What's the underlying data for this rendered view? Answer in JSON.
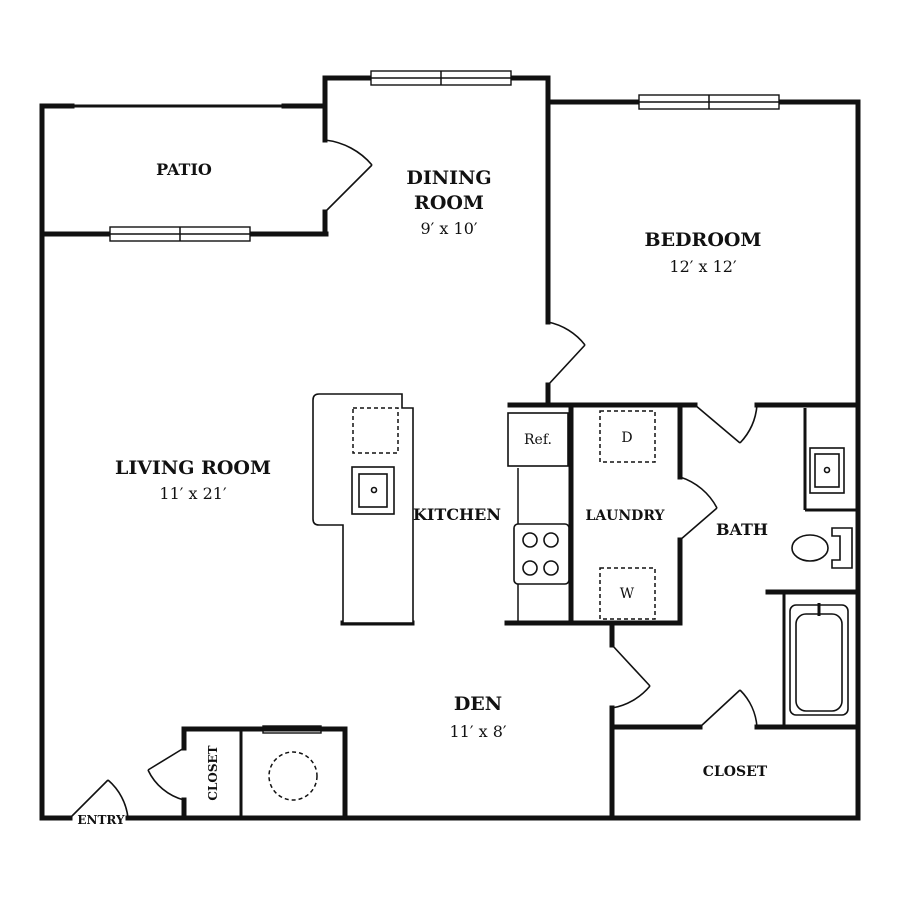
{
  "rooms": {
    "patio": {
      "label": "PATIO"
    },
    "dining": {
      "label_line1": "DINING",
      "label_line2": "ROOM",
      "dims": "9′ x 10′"
    },
    "bedroom": {
      "label": "BEDROOM",
      "dims": "12′ x 12′"
    },
    "living": {
      "label": "LIVING ROOM",
      "dims": "11′ x 21′"
    },
    "kitchen": {
      "label": "KITCHEN"
    },
    "laundry": {
      "label": "LAUNDRY"
    },
    "bath": {
      "label": "BATH"
    },
    "den": {
      "label": "DEN",
      "dims": "11′ x 8′"
    },
    "closet_entry": {
      "label": "CLOSET"
    },
    "closet_bedroom": {
      "label": "CLOSET"
    },
    "entry": {
      "label": "ENTRY"
    }
  },
  "fixtures": {
    "refrigerator": "Ref.",
    "dryer": "D",
    "washer": "W"
  }
}
